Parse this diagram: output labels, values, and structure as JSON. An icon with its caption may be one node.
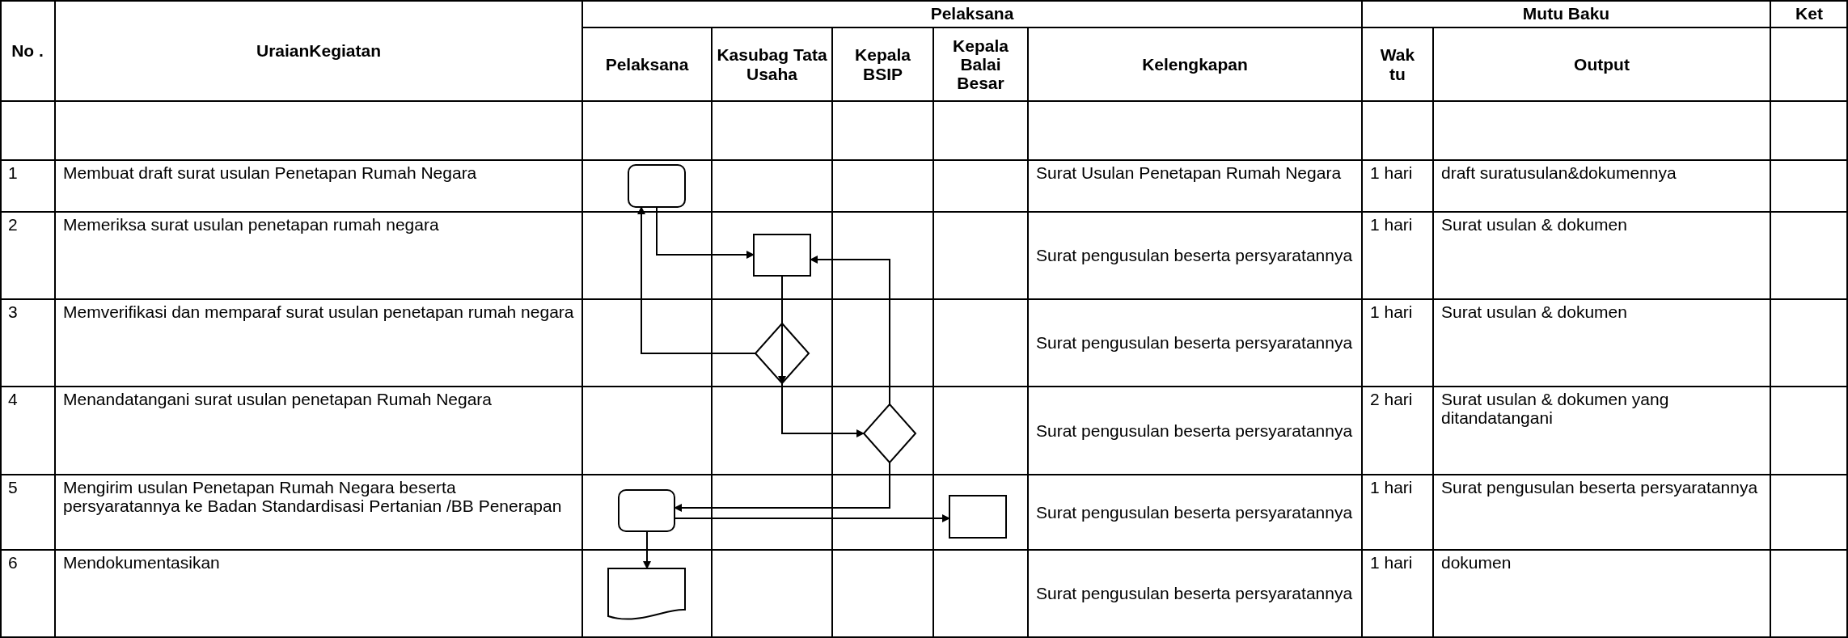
{
  "diagram": {
    "nodes": [
      {
        "text": [],
        "shape": "terminator"
      },
      {
        "text": [],
        "shape": "box"
      },
      {
        "text": [],
        "shape": "diamond"
      },
      {
        "text": [],
        "shape": "diamond"
      },
      {
        "text": [],
        "shape": "terminator"
      },
      {
        "text": [],
        "shape": "box"
      },
      {
        "text": [],
        "shape": "document"
      }
    ],
    "edges": [
      {
        "from": 0,
        "to": 1,
        "arrow": "to"
      },
      {
        "from": 1,
        "to": 2,
        "arrow": "to"
      },
      {
        "from": 2,
        "to": 0,
        "arrow": "to"
      },
      {
        "from": 2,
        "to": 3,
        "arrow": "to"
      },
      {
        "from": 3,
        "to": 1,
        "arrow": "to"
      },
      {
        "from": 3,
        "to": 4,
        "arrow": "to"
      },
      {
        "from": 4,
        "to": 5,
        "arrow": "to"
      },
      {
        "from": 4,
        "to": 6,
        "arrow": "to"
      }
    ],
    "labels": [
      "No .",
      "UraianKegiatan",
      "Pelaksana",
      "Mutu Baku",
      "Ket",
      "Pelaksana",
      "Kasubag Tata Usaha",
      "Kepala BSIP",
      "Kepala Balai Besar",
      "Kelengkapan",
      "Wak tu",
      "Output",
      "1",
      "Membuat draft surat usulan Penetapan Rumah Negara",
      "Surat Usulan Penetapan Rumah Negara",
      "1 hari",
      "draft suratusulan&dokumennya",
      "2",
      "Memeriksa surat usulan penetapan rumah negara",
      "Surat pengusulan beserta persyaratannya",
      "1 hari",
      "Surat usulan & dokumen",
      "3",
      "Memverifikasi dan memparaf surat usulan penetapan rumah negara",
      "Surat pengusulan beserta persyaratannya",
      "1 hari",
      "Surat usulan & dokumen",
      "4",
      "Menandatangani surat usulan penetapan Rumah Negara",
      "Surat pengusulan beserta persyaratannya",
      "2 hari",
      "Surat usulan & dokumen yang ditandatangani",
      "5",
      "Mengirim usulan Penetapan Rumah Negara beserta persyaratannya ke Badan Standardisasi Pertanian /BB Penerapan",
      "Surat pengusulan beserta persyaratannya",
      "1 hari",
      "Surat pengusulan beserta persyaratannya",
      "6",
      "Mendokumentasikan",
      "Surat pengusulan beserta persyaratannya",
      "1 hari",
      "dokumen"
    ]
  }
}
